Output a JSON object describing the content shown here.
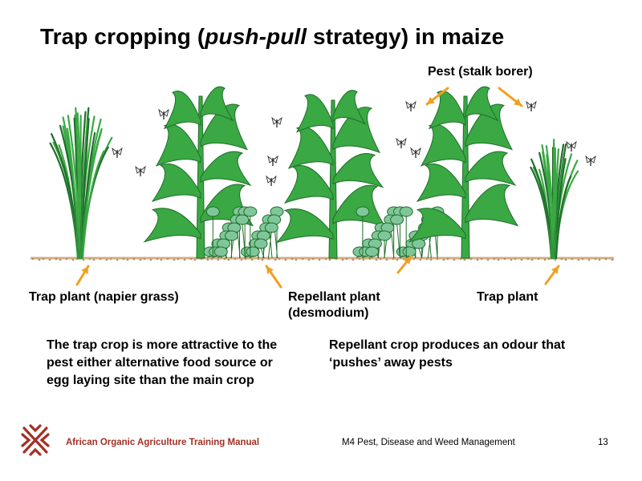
{
  "slide": {
    "title_part1": "Trap cropping (",
    "title_italic": "push-pull",
    "title_part2": " strategy) in maize",
    "pest_label": "Pest (stalk borer)",
    "trap_plant_napier_label": "Trap plant (napier grass)",
    "repellant_plant_label_line1": "Repellant plant",
    "repellant_plant_label_line2": "(desmodium)",
    "trap_plant_label": "Trap plant",
    "paragraph_left": "The trap crop is more attractive to the pest either alternative food source or egg laying site than the main crop",
    "paragraph_right": "Repellant  crop produces an odour that ‘pushes’ away pests"
  },
  "footer": {
    "manual_name": "African Organic Agriculture Training Manual",
    "module": "M4 Pest, Disease and Weed Management",
    "page_number": "13"
  },
  "illustration": {
    "plants_left_to_right": [
      "napier-grass",
      "maize",
      "desmodium",
      "maize",
      "desmodium",
      "maize",
      "napier-grass"
    ],
    "arrow_color": "#f0a020",
    "leaf_color": "#3aa843",
    "leaf_dark_color": "#1f6e2a",
    "desmodium_color": "#7fc79a",
    "logo_color": "#a33024"
  }
}
